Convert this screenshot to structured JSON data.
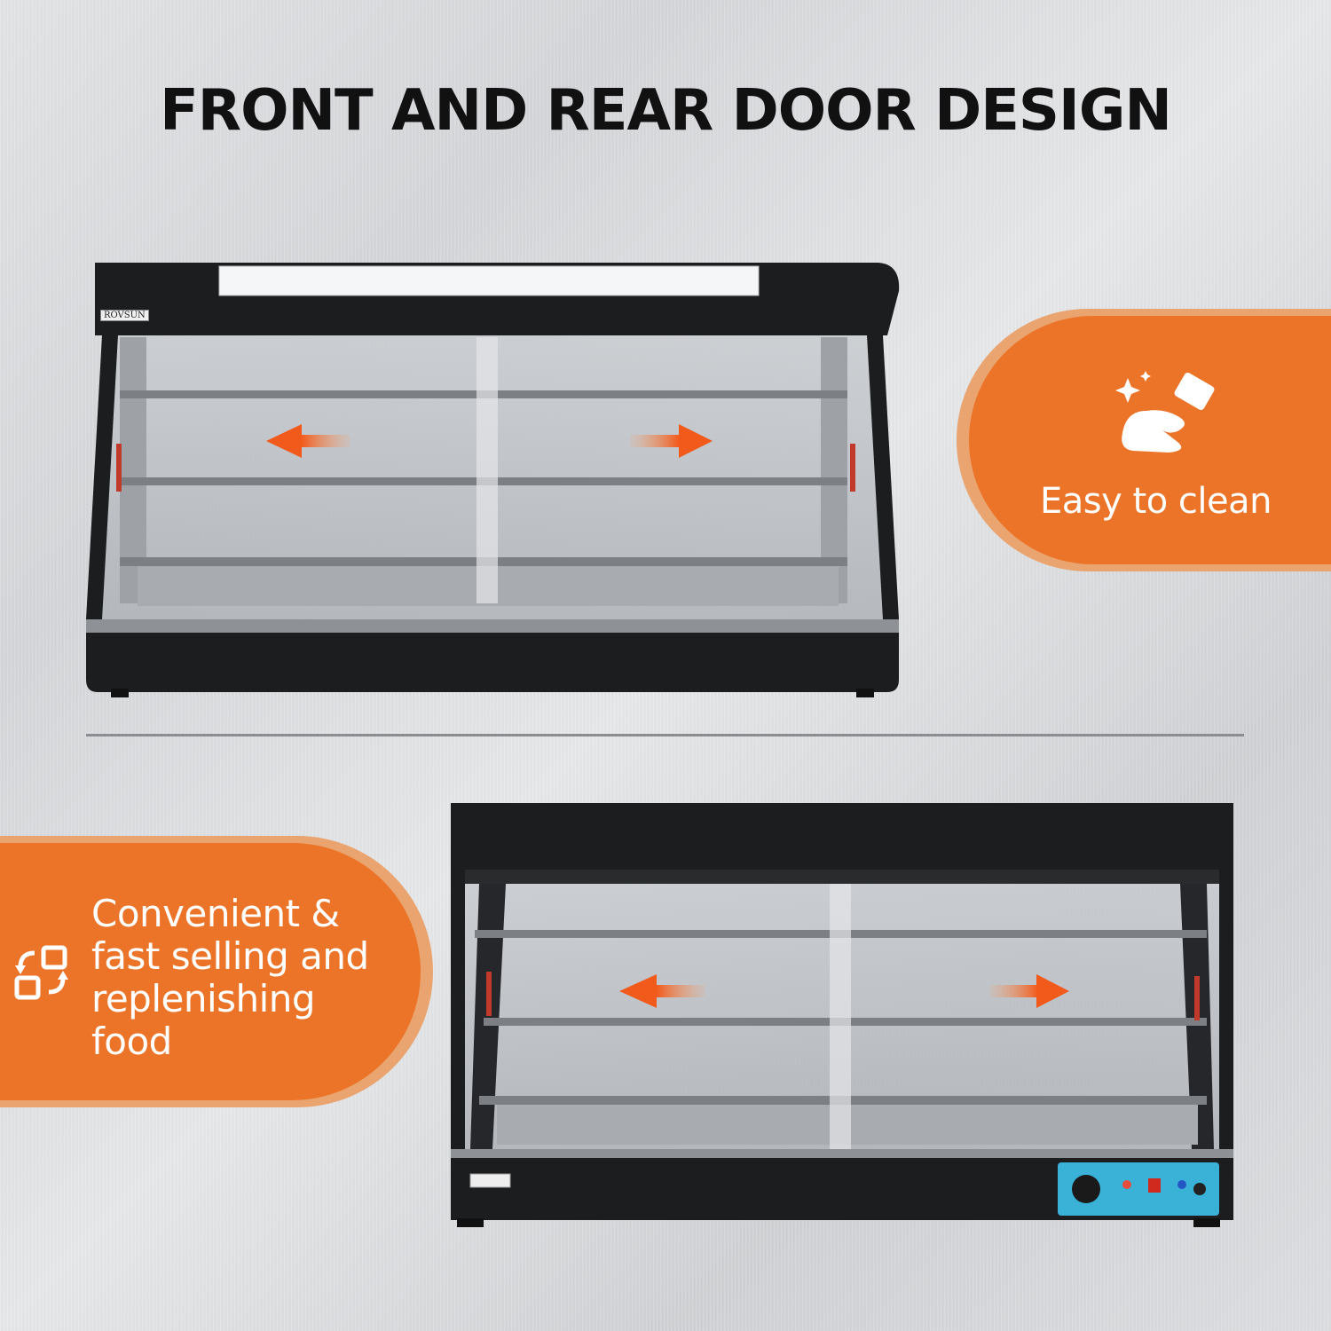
{
  "headline": "FRONT AND REAR DOOR DESIGN",
  "brand_label": "ROVSUN",
  "badges": {
    "easy_clean": {
      "label": "Easy to clean",
      "icon": "cleaning-hand-sparkle-icon"
    },
    "convenient": {
      "lines": [
        "Convenient &",
        "fast selling and",
        "replenishing",
        "food"
      ],
      "icon": "refresh-swap-icon"
    }
  },
  "colors": {
    "accent": "#ec7428",
    "accent_light": "#e9a46f",
    "cabinet": "#1c1d1f",
    "control_panel": "#3ab1d6"
  }
}
